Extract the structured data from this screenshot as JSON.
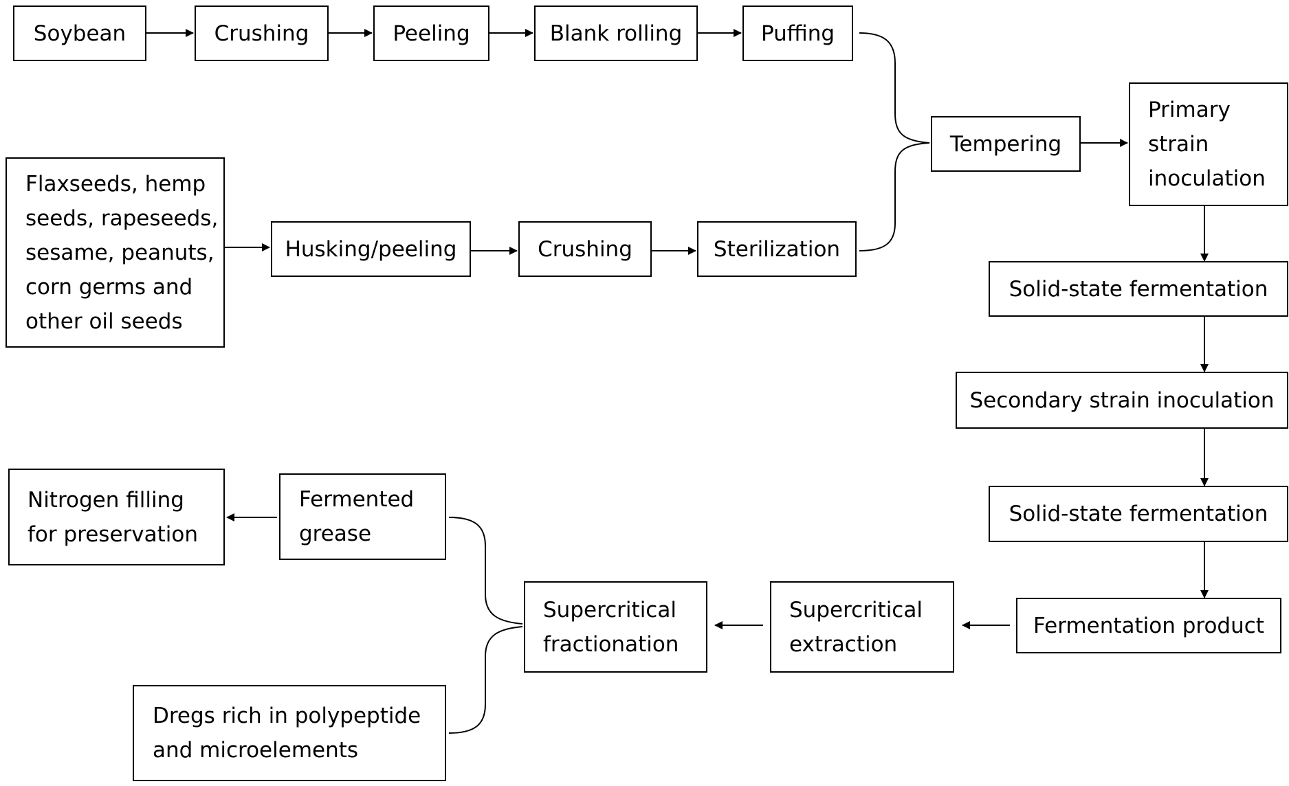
{
  "nodes": {
    "soybean": "Soybean",
    "crushing_top": "Crushing",
    "peeling": "Peeling",
    "blank_rolling": "Blank rolling",
    "puffing": "Puffing",
    "oil_seeds": "Flaxseeds, hemp\nseeds, rapeseeds,\nsesame, peanuts,\ncorn germs and\nother oil seeds",
    "husking_peeling": "Husking/peeling",
    "crushing_mid": "Crushing",
    "sterilization": "Sterilization",
    "tempering": "Tempering",
    "primary_inoculation": "Primary\nstrain\ninoculation",
    "solid_state_1": "Solid-state fermentation",
    "secondary_inoculation": "Secondary strain inoculation",
    "solid_state_2": "Solid-state fermentation",
    "fermentation_product": "Fermentation product",
    "supercritical_extraction": "Supercritical\nextraction",
    "supercritical_fractionation": "Supercritical\nfractionation",
    "fermented_grease": "Fermented\ngrease",
    "nitrogen_filling": "Nitrogen filling\nfor preservation",
    "dregs": "Dregs rich in polypeptide\nand microelements"
  },
  "colors": {
    "stroke": "#000000",
    "background": "#ffffff"
  }
}
